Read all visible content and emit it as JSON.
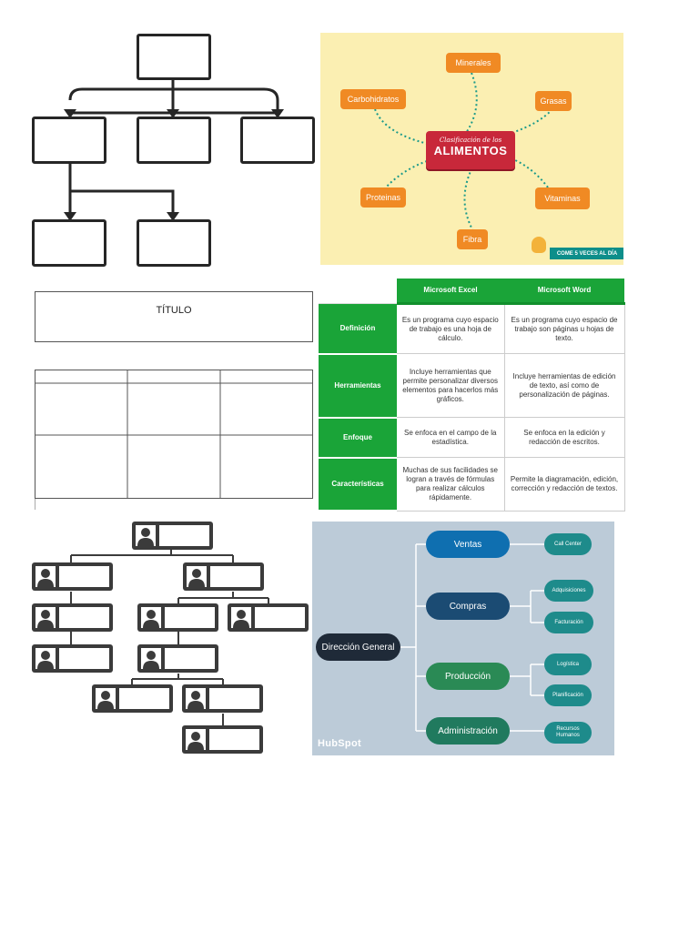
{
  "food_map": {
    "center_top": "Clasificación de los",
    "center_main": "ALIMENTOS",
    "nodes": {
      "minerales": "Minerales",
      "carbohidratos": "Carbohidratos",
      "grasas": "Grasas",
      "proteinas": "Proteinas",
      "vitaminas": "Vitaminas",
      "fibra": "Fibra"
    },
    "footer": "COME 5 VECES AL DÍA",
    "colors": {
      "background": "#fbefb2",
      "node": "#f08a24",
      "center": "#c8283a",
      "footer": "#0d8e8a"
    }
  },
  "blank_table": {
    "title": "TÍTULO"
  },
  "comparison_table": {
    "headers": [
      "Microsoft Excel",
      "Microsoft Word"
    ],
    "rows": [
      {
        "label": "Definición",
        "excel": "Es un programa cuyo espacio de trabajo es una hoja de cálculo.",
        "word": "Es un programa cuyo espacio de trabajo son páginas u hojas de texto."
      },
      {
        "label": "Herramientas",
        "excel": "Incluye herramientas que permite personalizar diversos elementos para hacerlos más gráficos.",
        "word": "Incluye herramientas de edición de texto, así como de personalización de páginas."
      },
      {
        "label": "Enfoque",
        "excel": "Se enfoca en el campo de la estadística.",
        "word": "Se enfoca en la edición y redacción de escritos."
      },
      {
        "label": "Características",
        "excel": "Muchas de sus facilidades se logran a través de fórmulas para realizar cálculos rápidamente.",
        "word": "Permite la diagramación, edición, corrección y redacción de textos."
      }
    ],
    "colors": {
      "header": "#1aa438"
    }
  },
  "hub_chart": {
    "root": "Dirección General",
    "departments": {
      "ventas": "Ventas",
      "compras": "Compras",
      "produccion": "Producción",
      "administracion": "Administración"
    },
    "sub": {
      "call_center": "Call Center",
      "adquisiciones": "Adquisiciones",
      "facturacion": "Facturación",
      "logistica": "Logística",
      "planificacion": "Planificación",
      "recursos_humanos": "Recursos Humanos"
    },
    "logo": "HubSpot",
    "colors": {
      "background": "#bccbd8",
      "root": "#1f2a38",
      "blue": "#0f6fb0",
      "navy": "#1b4b73",
      "green": "#2a8a55",
      "teal": "#1e8b8b"
    }
  }
}
